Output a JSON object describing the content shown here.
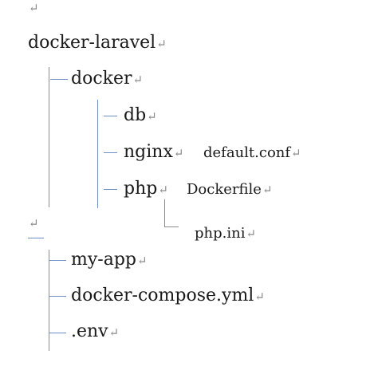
{
  "paragraph_mark": "↵",
  "tree": {
    "root": "docker-laravel",
    "docker": "docker",
    "db": "db",
    "nginx": "nginx",
    "nginx_file": "default.conf",
    "php": "php",
    "php_file1": "Dockerfile",
    "php_file2": "php.ini",
    "my_app": "my-app",
    "compose": "docker-compose.yml",
    "env": ".env"
  }
}
